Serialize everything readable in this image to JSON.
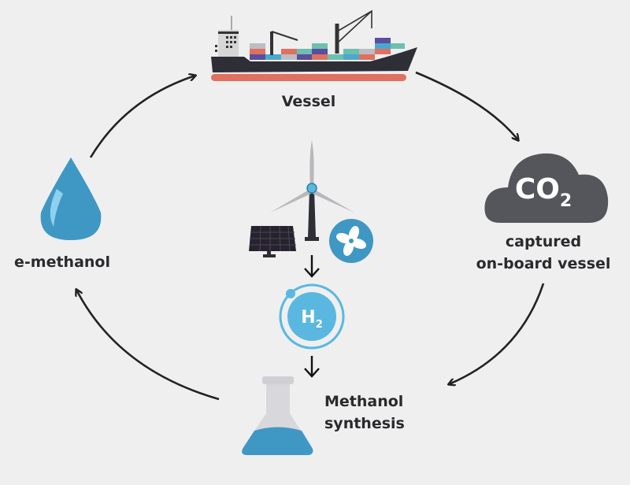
{
  "nodes": {
    "vessel": {
      "label": "Vessel"
    },
    "co2": {
      "icon_text": "CO",
      "icon_sub": "2",
      "label_line1": "captured",
      "label_line2": "on-board vessel"
    },
    "synthesis": {
      "label_line1": "Methanol",
      "label_line2": "synthesis"
    },
    "emethanol": {
      "label": "e-methanol"
    },
    "hydrogen": {
      "icon_text": "H",
      "icon_sub": "2"
    }
  },
  "colors": {
    "background": "#efefef",
    "dark": "#2e2e36",
    "accent_blue": "#4aa8d0",
    "hull_red": "#e0705f",
    "cloud": "#55555c"
  }
}
